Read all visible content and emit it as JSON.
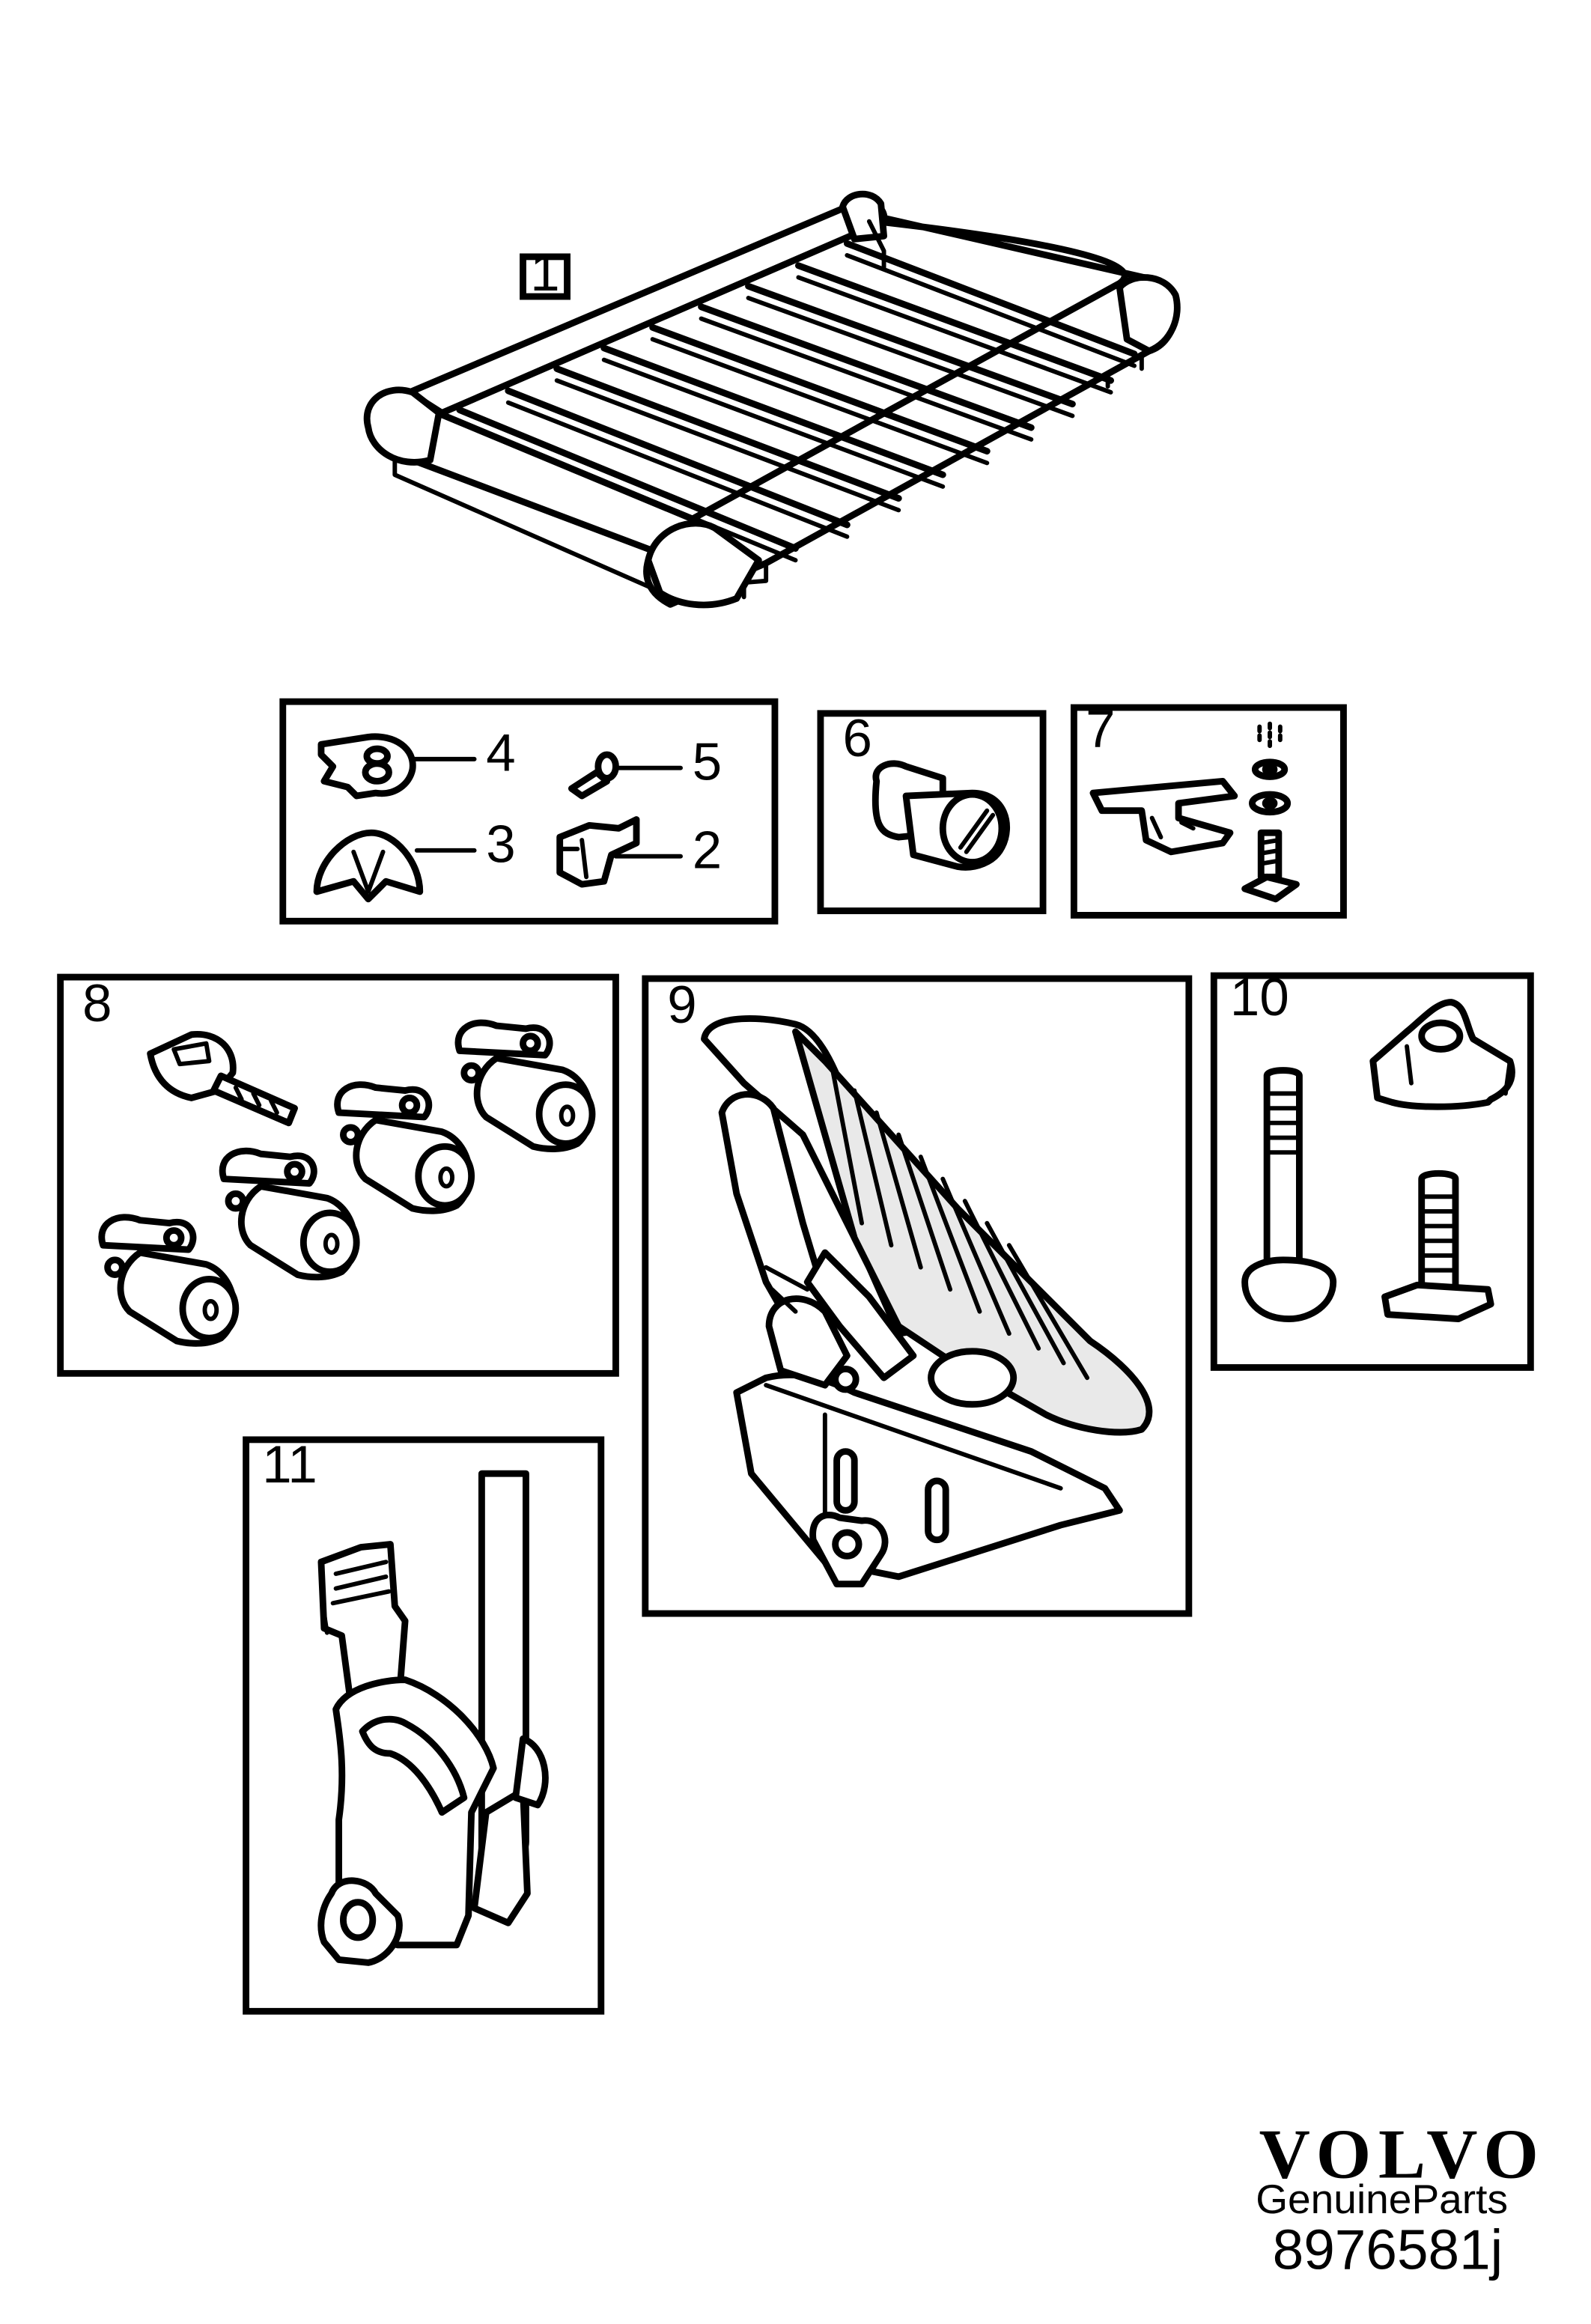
{
  "items": [
    {
      "num": "1"
    },
    {
      "num": "2"
    },
    {
      "num": "3"
    },
    {
      "num": "4"
    },
    {
      "num": "5"
    },
    {
      "num": "6"
    },
    {
      "num": "7"
    },
    {
      "num": "8"
    },
    {
      "num": "9"
    },
    {
      "num": "10"
    },
    {
      "num": "11"
    }
  ],
  "brand": {
    "logo": "VOLVO",
    "tagline": "GenuineParts"
  },
  "drawing_code": "8976581j"
}
